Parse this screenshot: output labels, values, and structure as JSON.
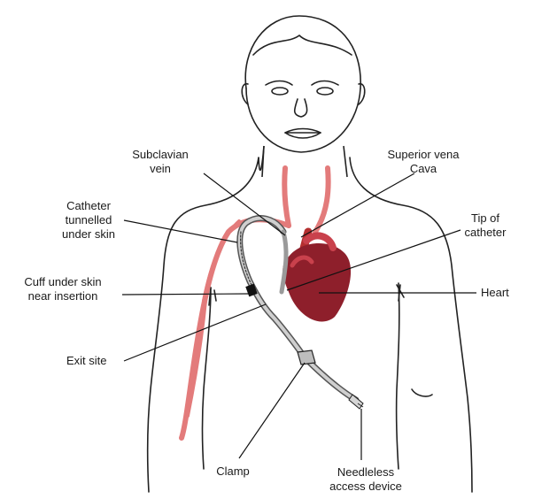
{
  "colors": {
    "vessel": "#e37b7b",
    "vessel_dark": "#b43030",
    "heart": "#8e1f2b",
    "heart_light": "#c9414c",
    "catheter": "#a8a8a8",
    "cuff": "#111111",
    "outline": "#222222"
  },
  "labels": {
    "subclavian_vein": [
      "Subclavian",
      "vein"
    ],
    "superior_vena_cava": [
      "Superior vena",
      "Cava"
    ],
    "catheter_tunnelled": [
      "Catheter",
      "tunnelled",
      "under skin"
    ],
    "tip_of_catheter": [
      "Tip of",
      "catheter"
    ],
    "cuff_under_skin": [
      "Cuff under skin",
      "near insertion"
    ],
    "heart": "Heart",
    "exit_site": "Exit site",
    "clamp": "Clamp",
    "needleless_access": [
      "Needleless",
      "access device"
    ]
  }
}
